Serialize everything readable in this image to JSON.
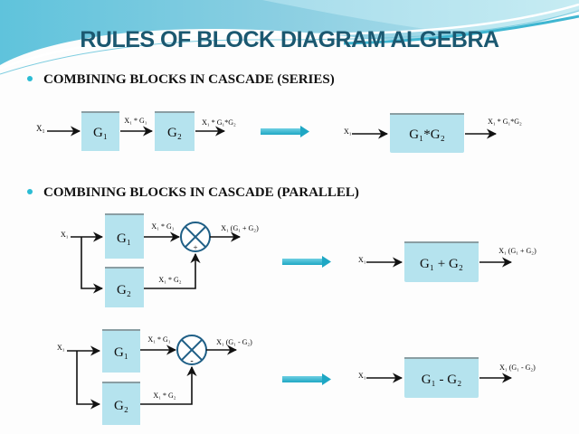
{
  "title": "RULES OF BLOCK DIAGRAM ALGEBRA",
  "colors": {
    "title": "#1b5870",
    "block_fill": "#b5e3ee",
    "block_top": "#8a9ea3",
    "summer": "#1f5f86",
    "arrow_accent": "#2bb3cc",
    "bullet": "#2bbcd4"
  },
  "sections": [
    {
      "heading": "COMBINING BLOCKS IN CASCADE (SERIES)",
      "original": {
        "input": "X₁",
        "blocks": [
          "G₁",
          "G₂"
        ],
        "intermediate": "X₁ * G₁",
        "output": "X₁ * G₁*G₂"
      },
      "equivalent": {
        "input": "X₁",
        "block": "G₁*G₂",
        "output": "X₁ * G₁*G₂"
      }
    },
    {
      "heading": "COMBINING BLOCKS IN CASCADE (PARALLEL)",
      "diagrams": [
        {
          "input": "X₁",
          "blocks": [
            "G₁",
            "G₂"
          ],
          "branch1": "X₁ * G₁",
          "branch2": "X₁ * G₂",
          "sign": "+",
          "output": "X₁ (G₁ + G₂)",
          "equivalent": {
            "input": "X₁",
            "block": "G₁ + G₂",
            "output": "X₁ (G₁ + G₂)"
          }
        },
        {
          "input": "X₁",
          "blocks": [
            "G₁",
            "G₂"
          ],
          "branch1": "X₁ * G₁",
          "branch2": "X₁ * G₂",
          "sign": "-",
          "output": "X₁ (G₁ - G₂)",
          "equivalent": {
            "input": "X₁",
            "block": "G₁ - G₂",
            "output": "X₁ (G₁ - G₂)"
          }
        }
      ]
    }
  ]
}
